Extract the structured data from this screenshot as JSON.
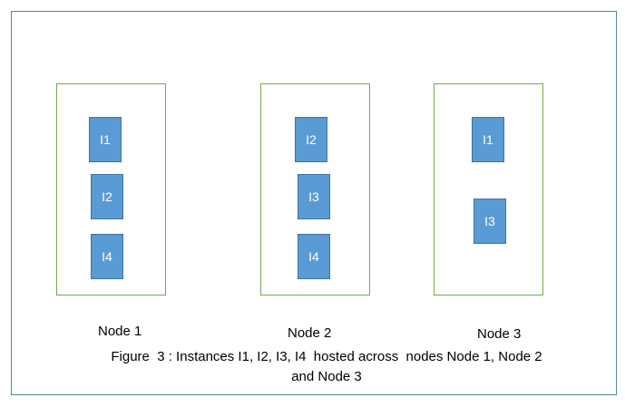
{
  "diagram": {
    "nodes": [
      {
        "label": "Node 1",
        "instances": [
          "I1",
          "I2",
          "I4"
        ]
      },
      {
        "label": "Node 2",
        "instances": [
          "I2",
          "I3",
          "I4"
        ]
      },
      {
        "label": "Node 3",
        "instances": [
          "I1",
          "I3"
        ]
      }
    ],
    "caption_line1": "Figure  3 : Instances I1, I2, I3, I4  hosted across  nodes Node 1, Node 2",
    "caption_line2": "and Node 3"
  },
  "colors": {
    "instance_fill": "#5b9bd5",
    "instance_border": "#41719c",
    "node_border": "#70ad47",
    "frame_border": "#4f8a8b"
  }
}
